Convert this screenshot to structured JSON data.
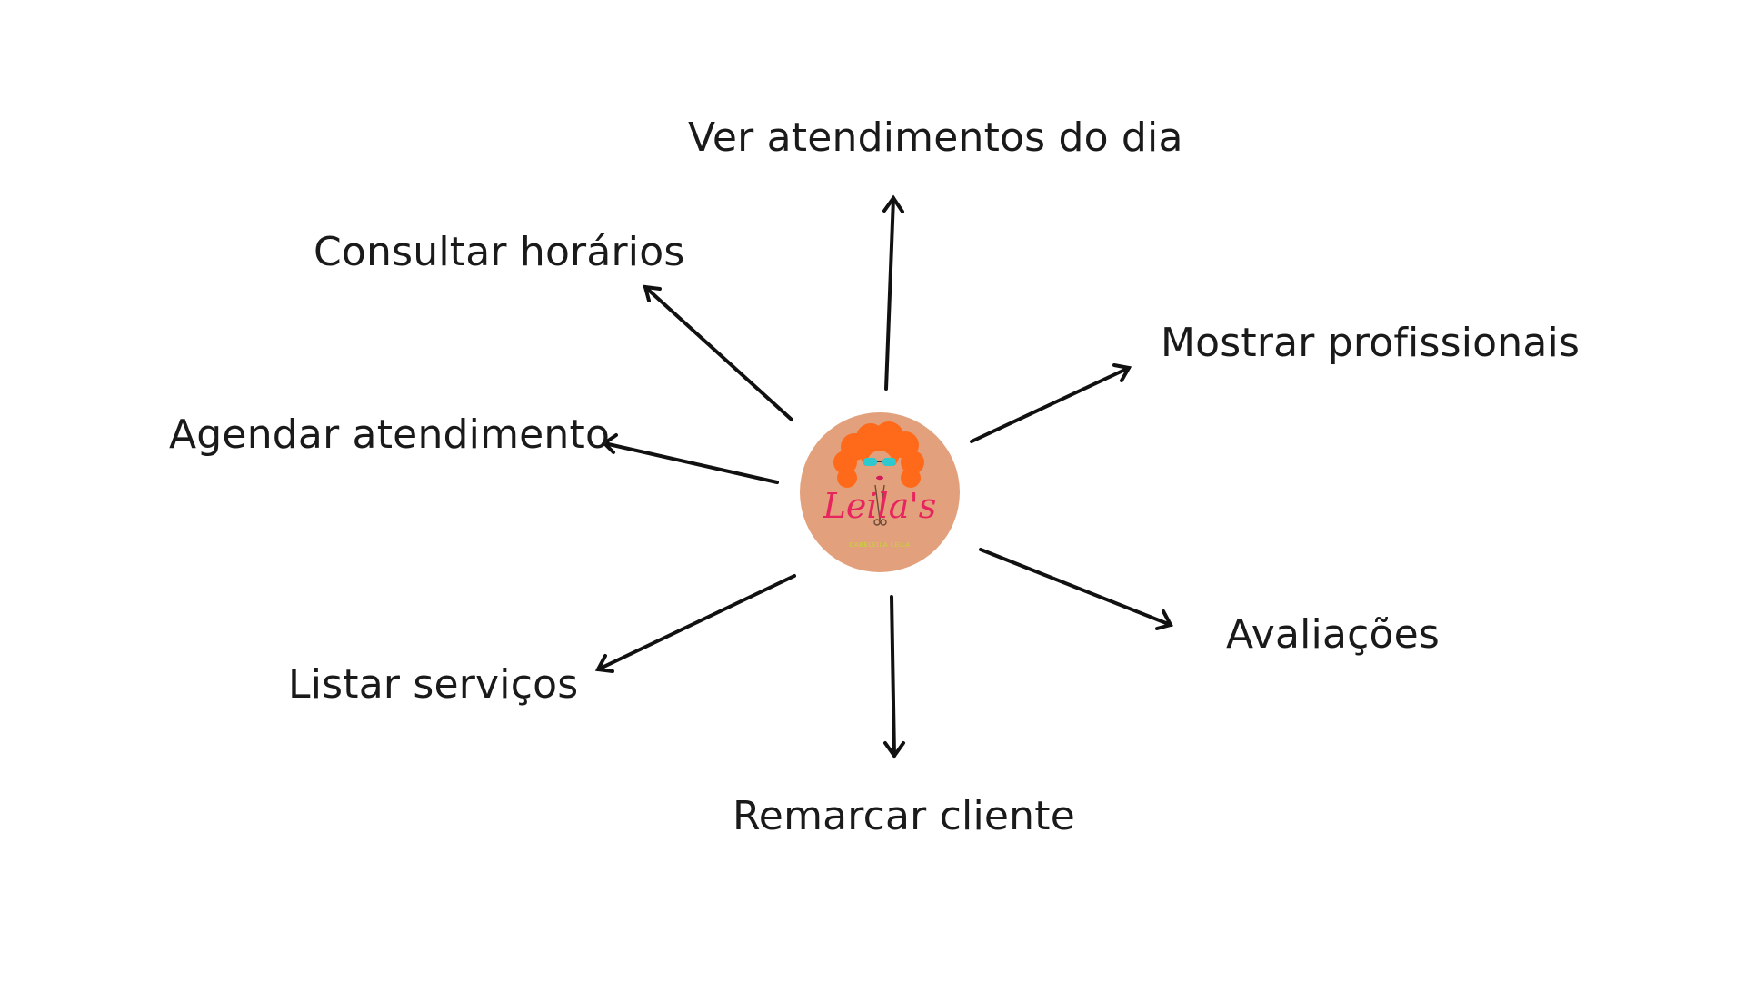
{
  "diagram": {
    "center": {
      "brand_text": "Leila's",
      "brand_subtitle": "CABELEILA LEILA",
      "colors": {
        "circle": "#e2a17c",
        "hair": "#ff6a1a",
        "brand_text": "#e8245e",
        "subtitle": "#c6d43a",
        "glasses": "#2ec9cf"
      }
    },
    "nodes": [
      {
        "id": "ver",
        "label": "Ver atendimentos do dia"
      },
      {
        "id": "consultar",
        "label": "Consultar horários"
      },
      {
        "id": "mostrar",
        "label": "Mostrar profissionais"
      },
      {
        "id": "agendar",
        "label": "Agendar atendimento"
      },
      {
        "id": "avaliacoes",
        "label": "Avaliações"
      },
      {
        "id": "listar",
        "label": "Listar serviços"
      },
      {
        "id": "remarcar",
        "label": "Remarcar cliente"
      }
    ],
    "arrow_color": "#111111"
  }
}
